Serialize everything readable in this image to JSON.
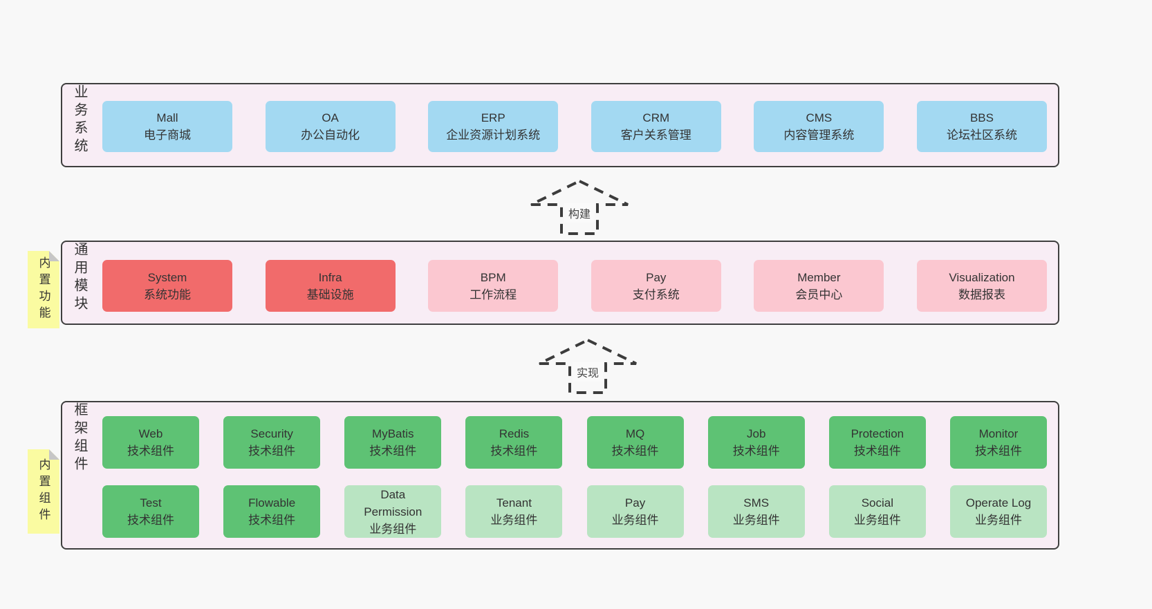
{
  "colors": {
    "page_bg": "#f8f8f8",
    "band_bg": "#f8edf5",
    "band_border": "#3f3f3f",
    "blue": "#a3d9f2",
    "red": "#f16b6b",
    "pink": "#fbc7d0",
    "green": "#5ec274",
    "lightgreen": "#b9e4c2",
    "sticky_yellow": "#fafba1",
    "sticky_fold": "#c6c6c6",
    "text": "#333333"
  },
  "arrows": [
    {
      "label": "构建"
    },
    {
      "label": "实现"
    }
  ],
  "bands": [
    {
      "id": "business",
      "side_label": "业务系统",
      "sticky": null,
      "rows": [
        [
          {
            "title": "Mall",
            "subtitle": "电子商城",
            "variant": "blue"
          },
          {
            "title": "OA",
            "subtitle": "办公自动化",
            "variant": "blue"
          },
          {
            "title": "ERP",
            "subtitle": "企业资源计划系统",
            "variant": "blue"
          },
          {
            "title": "CRM",
            "subtitle": "客户关系管理",
            "variant": "blue"
          },
          {
            "title": "CMS",
            "subtitle": "内容管理系统",
            "variant": "blue"
          },
          {
            "title": "BBS",
            "subtitle": "论坛社区系统",
            "variant": "blue"
          }
        ]
      ]
    },
    {
      "id": "modules",
      "side_label": "通用模块",
      "sticky": "内置功能",
      "rows": [
        [
          {
            "title": "System",
            "subtitle": "系统功能",
            "variant": "red"
          },
          {
            "title": "Infra",
            "subtitle": "基础设施",
            "variant": "red"
          },
          {
            "title": "BPM",
            "subtitle": "工作流程",
            "variant": "pink"
          },
          {
            "title": "Pay",
            "subtitle": "支付系统",
            "variant": "pink"
          },
          {
            "title": "Member",
            "subtitle": "会员中心",
            "variant": "pink"
          },
          {
            "title": "Visualization",
            "subtitle": "数据报表",
            "variant": "pink"
          }
        ]
      ]
    },
    {
      "id": "components",
      "side_label": "框架组件",
      "sticky": "内置组件",
      "rows": [
        [
          {
            "title": "Web",
            "subtitle": "技术组件",
            "variant": "green"
          },
          {
            "title": "Security",
            "subtitle": "技术组件",
            "variant": "green"
          },
          {
            "title": "MyBatis",
            "subtitle": "技术组件",
            "variant": "green"
          },
          {
            "title": "Redis",
            "subtitle": "技术组件",
            "variant": "green"
          },
          {
            "title": "MQ",
            "subtitle": "技术组件",
            "variant": "green"
          },
          {
            "title": "Job",
            "subtitle": "技术组件",
            "variant": "green"
          },
          {
            "title": "Protection",
            "subtitle": "技术组件",
            "variant": "green"
          },
          {
            "title": "Monitor",
            "subtitle": "技术组件",
            "variant": "green"
          }
        ],
        [
          {
            "title": "Test",
            "subtitle": "技术组件",
            "variant": "green"
          },
          {
            "title": "Flowable",
            "subtitle": "技术组件",
            "variant": "green"
          },
          {
            "title": "Data Permission",
            "subtitle": "业务组件",
            "variant": "lightgreen"
          },
          {
            "title": "Tenant",
            "subtitle": "业务组件",
            "variant": "lightgreen"
          },
          {
            "title": "Pay",
            "subtitle": "业务组件",
            "variant": "lightgreen"
          },
          {
            "title": "SMS",
            "subtitle": "业务组件",
            "variant": "lightgreen"
          },
          {
            "title": "Social",
            "subtitle": "业务组件",
            "variant": "lightgreen"
          },
          {
            "title": "Operate Log",
            "subtitle": "业务组件",
            "variant": "lightgreen"
          }
        ]
      ]
    }
  ]
}
